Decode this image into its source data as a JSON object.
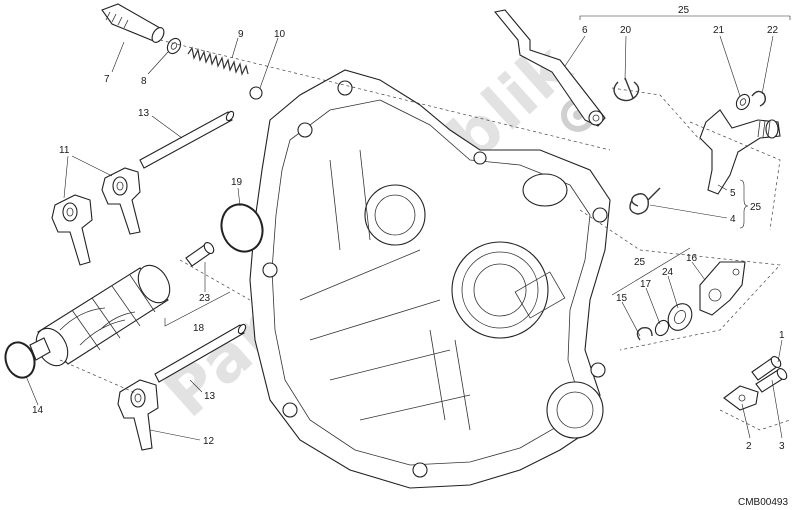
{
  "watermark": "PartsRepublik",
  "drawing_code": "CMB00493",
  "callouts": [
    {
      "id": "c1",
      "text": "1"
    },
    {
      "id": "c2",
      "text": "2"
    },
    {
      "id": "c3",
      "text": "3"
    },
    {
      "id": "c4",
      "text": "4"
    },
    {
      "id": "c5",
      "text": "5"
    },
    {
      "id": "c6",
      "text": "6"
    },
    {
      "id": "c7",
      "text": "7"
    },
    {
      "id": "c8",
      "text": "8"
    },
    {
      "id": "c9",
      "text": "9"
    },
    {
      "id": "c10",
      "text": "10"
    },
    {
      "id": "c11",
      "text": "11"
    },
    {
      "id": "c12",
      "text": "12"
    },
    {
      "id": "c13a",
      "text": "13"
    },
    {
      "id": "c13b",
      "text": "13"
    },
    {
      "id": "c14",
      "text": "14"
    },
    {
      "id": "c15",
      "text": "15"
    },
    {
      "id": "c16",
      "text": "16"
    },
    {
      "id": "c17",
      "text": "17"
    },
    {
      "id": "c18",
      "text": "18"
    },
    {
      "id": "c19",
      "text": "19"
    },
    {
      "id": "c20",
      "text": "20"
    },
    {
      "id": "c21",
      "text": "21"
    },
    {
      "id": "c22",
      "text": "22"
    },
    {
      "id": "c23",
      "text": "23"
    },
    {
      "id": "c24",
      "text": "24"
    },
    {
      "id": "c25a",
      "text": "25"
    },
    {
      "id": "c25b",
      "text": "25"
    },
    {
      "id": "c25c",
      "text": "25"
    }
  ]
}
